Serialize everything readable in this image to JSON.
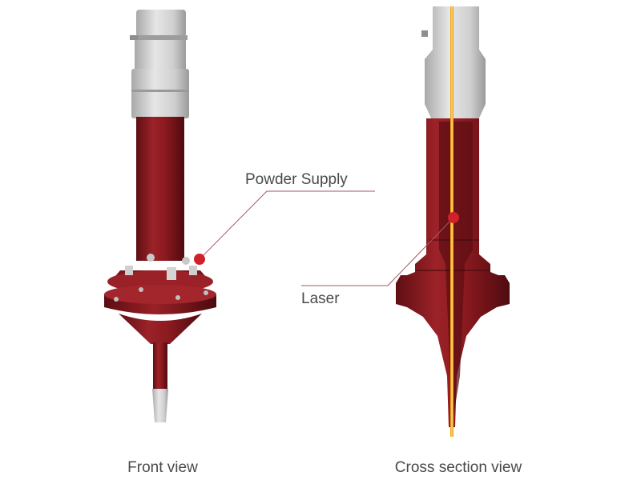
{
  "labels": {
    "powder_supply": "Powder Supply",
    "laser": "Laser"
  },
  "captions": {
    "front": "Front view",
    "cross": "Cross section view"
  },
  "colors": {
    "body_red": "#8b1a1f",
    "body_dark": "#5e0f14",
    "metal_light": "#d9d9d9",
    "metal_mid": "#b5b5b5",
    "laser_beam": "#f0a51a",
    "marker": "#d0202a",
    "leader_line": "#a05a60"
  }
}
